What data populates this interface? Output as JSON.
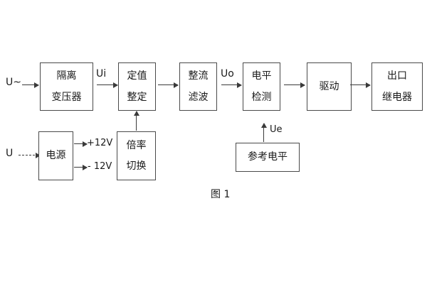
{
  "diagram": {
    "caption": "图 1",
    "blocks": [
      {
        "id": "isolation-transformer",
        "line1": "隔离",
        "line2": "变压器"
      },
      {
        "id": "setpoint-adjust",
        "line1": "定值",
        "line2": "整定"
      },
      {
        "id": "rectify-filter",
        "line1": "整流",
        "line2": "滤波"
      },
      {
        "id": "level-detect",
        "line1": "电平",
        "line2": "检测"
      },
      {
        "id": "drive",
        "line1": "驱动",
        "line2": ""
      },
      {
        "id": "output-relay",
        "line1": "出口",
        "line2": "继电器"
      },
      {
        "id": "power-supply",
        "line1": "电源",
        "line2": ""
      },
      {
        "id": "multiplier-switch",
        "line1": "倍率",
        "line2": "切换"
      },
      {
        "id": "reference-level",
        "line1": "参考电平",
        "line2": ""
      }
    ],
    "labels": {
      "input_ac": "U~",
      "input_dc": "U",
      "signal_ui": "Ui",
      "signal_uo": "Uo",
      "signal_ue": "Ue",
      "rail_positive": "+12V",
      "rail_negative": "- 12V"
    },
    "colors": {
      "background": "#ffffff",
      "box_border": "#4a4a4a",
      "line": "#3a3a3a",
      "text": "#1a1a1a"
    }
  }
}
